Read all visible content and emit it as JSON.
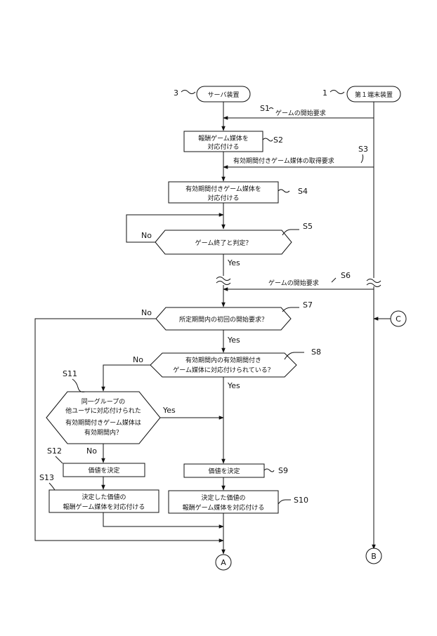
{
  "nodes": {
    "server": "サーバ装置",
    "terminal": "第１端末装置",
    "s2": [
      "報酬ゲーム媒体を",
      "対応付ける"
    ],
    "s4": [
      "有効期間付きゲーム媒体を",
      "対応付ける"
    ],
    "s5": "ゲーム終了と判定？",
    "s7": "所定期間内の初回の開始要求？",
    "s8": [
      "有効期間内の有効期間付き",
      "ゲーム媒体に対応付けられている？"
    ],
    "s11": [
      "同一グループの",
      "他ユーザに対応付けられた",
      "有効期間付きゲーム媒体は",
      "有効期間内？"
    ],
    "s9": "価値を決定",
    "s12": "価値を決定",
    "s10": [
      "決定した価値の",
      "報酬ゲーム媒体を対応付ける"
    ],
    "s13": [
      "決定した価値の",
      "報酬ゲーム媒体を対応付ける"
    ]
  },
  "messages": {
    "s1": "ゲームの開始要求",
    "s3": "有効期間付きゲーム媒体の取得要求",
    "s6": "ゲームの開始要求"
  },
  "step_labels": {
    "s1": "S1",
    "s2": "S2",
    "s3": "S3",
    "s4": "S4",
    "s5": "S5",
    "s6": "S6",
    "s7": "S7",
    "s8": "S8",
    "s9": "S9",
    "s10": "S10",
    "s11": "S11",
    "s12": "S12",
    "s13": "S13"
  },
  "refs": {
    "server": "3",
    "terminal": "1"
  },
  "branches": {
    "yes": "Yes",
    "no": "No"
  },
  "connectors": {
    "a": "A",
    "b": "B",
    "c": "C"
  }
}
